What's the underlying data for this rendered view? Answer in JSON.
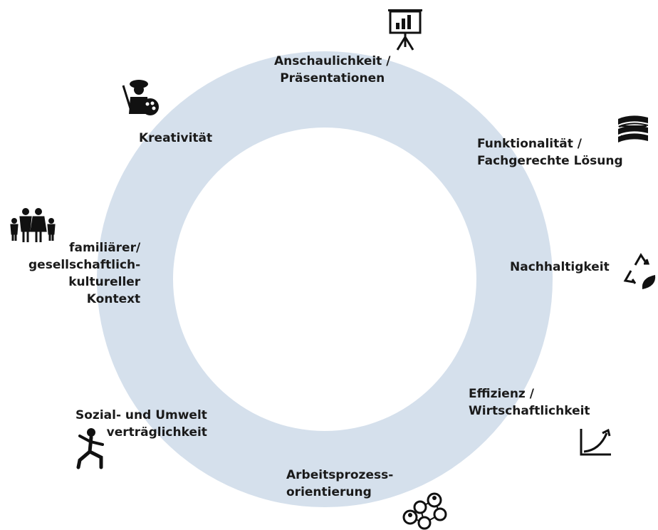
{
  "colors": {
    "ring": "#d5e0ec",
    "center": "#ffffff",
    "icon": "#111111"
  },
  "segments": [
    {
      "label": "Anschaulichkeit /\nPräsentationen",
      "icon": "presentation-board-icon"
    },
    {
      "label": "Funktionalität /\nFachgerechte Lösung",
      "icon": "books-stack-icon"
    },
    {
      "label": "Nachhaltigkeit",
      "icon": "recycle-leaf-icon"
    },
    {
      "label": "Effizienz /\nWirtschaftlichkeit",
      "icon": "growth-curve-icon"
    },
    {
      "label": "Arbeitsprozess-\norientierung",
      "icon": "network-people-icon"
    },
    {
      "label": "Sozial- und Umwelt\nverträglichkeit",
      "icon": "stretching-person-icon"
    },
    {
      "label": "familiärer/\ngesellschaftlich-\nkultureller\nKontext",
      "icon": "family-icon"
    },
    {
      "label": "Kreativität",
      "icon": "artist-palette-icon"
    }
  ]
}
